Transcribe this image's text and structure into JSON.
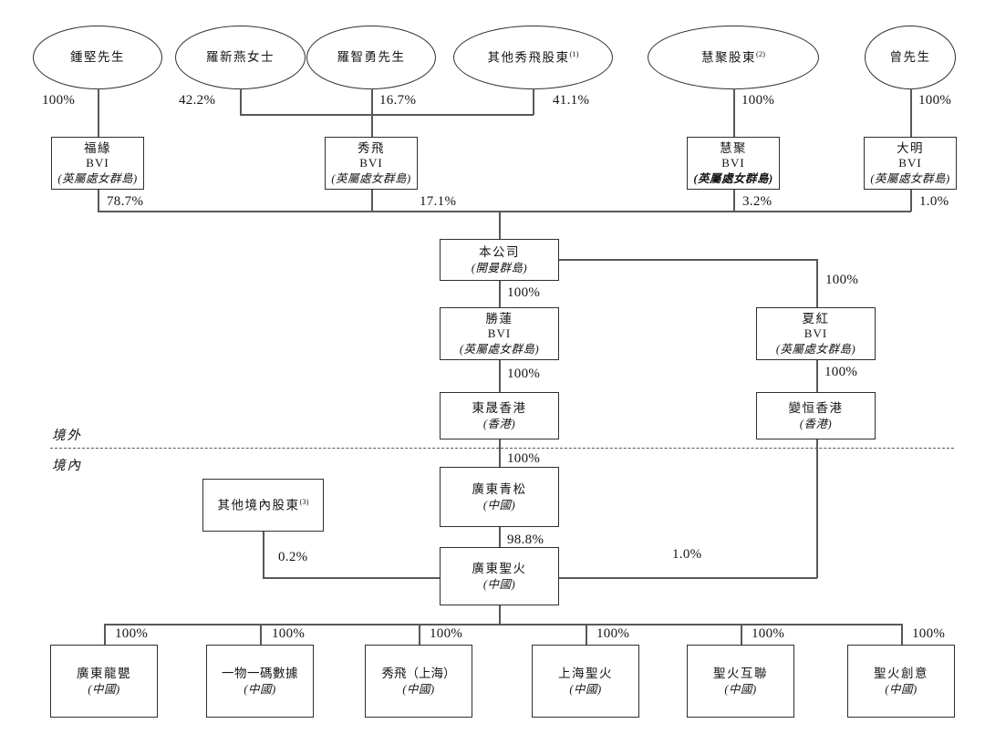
{
  "regions": {
    "offshore": "境外",
    "onshore": "境內"
  },
  "shareholders": [
    {
      "name": "鍾堅先生",
      "pct": "100%"
    },
    {
      "name": "羅新燕女士",
      "pct": "42.2%"
    },
    {
      "name": "羅智勇先生",
      "pct": "16.7%"
    },
    {
      "name": "其他秀飛股東",
      "sup": "(1)",
      "pct": "41.1%"
    },
    {
      "name": "慧聚股東",
      "sup": "(2)",
      "pct": "100%"
    },
    {
      "name": "曾先生",
      "pct": "100%"
    }
  ],
  "bvi_holdcos": [
    {
      "name": "福緣",
      "reg": "BVI",
      "place": "(英屬處女群島)",
      "pct": "78.7%"
    },
    {
      "name": "秀飛",
      "reg": "BVI",
      "place": "(英屬處女群島)",
      "pct": "17.1%"
    },
    {
      "name": "慧聚",
      "reg": "BVI",
      "place": "(英屬處女群島)",
      "pct": "3.2%"
    },
    {
      "name": "大明",
      "reg": "BVI",
      "place": "(英屬處女群島)",
      "pct": "1.0%"
    }
  ],
  "company": {
    "name": "本公司",
    "place": "(開曼群島)"
  },
  "chain": {
    "shenglian": {
      "name": "勝蓮",
      "reg": "BVI",
      "place": "(英屬處女群島)",
      "pct_in": "100%"
    },
    "xiahong": {
      "name": "夏紅",
      "reg": "BVI",
      "place": "(英屬處女群島)",
      "pct_in": "100%"
    },
    "dongsheng": {
      "name": "東晟香港",
      "place": "(香港)",
      "pct_in": "100%"
    },
    "bianheng": {
      "name": "變恒香港",
      "place": "(香港)",
      "pct_in": "100%"
    },
    "qingsong": {
      "name": "廣東青松",
      "place": "(中國)",
      "pct_in": "100%"
    },
    "shenghuo": {
      "name": "廣東聖火",
      "place": "(中國)",
      "pct_from_qingsong": "98.8%",
      "pct_from_bianheng": "1.0%",
      "pct_from_other_domestic": "0.2%"
    }
  },
  "other_domestic": {
    "name": "其他境內股東",
    "sup": "(3)"
  },
  "subsidiaries": [
    {
      "name": "廣東龍甖",
      "place": "(中國)",
      "pct": "100%"
    },
    {
      "name": "一物一碼數據",
      "place": "(中國)",
      "pct": "100%"
    },
    {
      "name": "秀飛（上海）",
      "place": "(中國)",
      "pct": "100%"
    },
    {
      "name": "上海聖火",
      "place": "(中國)",
      "pct": "100%"
    },
    {
      "name": "聖火互聯",
      "place": "(中國)",
      "pct": "100%"
    },
    {
      "name": "聖火創意",
      "place": "(中國)",
      "pct": "100%"
    }
  ]
}
